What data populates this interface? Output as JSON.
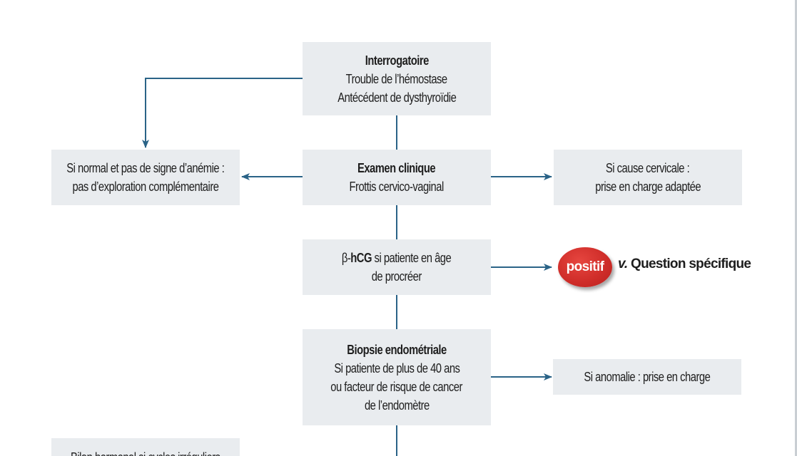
{
  "nodes": {
    "interrogatoire": {
      "title": "Interrogatoire",
      "lines": [
        "Trouble de l’hémostase",
        "Antécédent de dysthyroïdie"
      ]
    },
    "examen": {
      "title": "Examen clinique",
      "lines": [
        "Frottis cervico-vaginal"
      ]
    },
    "normal": {
      "lines": [
        "Si normal et pas de signe d’anémie :",
        "pas d’exploration complémentaire"
      ]
    },
    "cervicale": {
      "lines": [
        "Si cause cervicale :",
        "prise en charge adaptée"
      ]
    },
    "bhcg": {
      "prefix": "β-",
      "bold": "hCG",
      "rest": " si patiente en âge",
      "line2": "de procréer"
    },
    "biopsie": {
      "title": "Biopsie endométriale",
      "lines": [
        "Si patiente de plus de 40 ans",
        "ou facteur de risque de cancer",
        "de l’endomètre"
      ]
    },
    "anomalie": {
      "lines": [
        "Si anomalie : prise en charge"
      ]
    },
    "bilan": {
      "lines": [
        "Bilan hormonal si cycles irréguliers"
      ]
    }
  },
  "badge": {
    "label": "positif",
    "color": "#d02e2a"
  },
  "reference": {
    "prefix": "v.",
    "text": "Question spécifique"
  },
  "colors": {
    "box": "#e9ecef",
    "connector": "#2a6387",
    "text": "#1e1e1e"
  }
}
